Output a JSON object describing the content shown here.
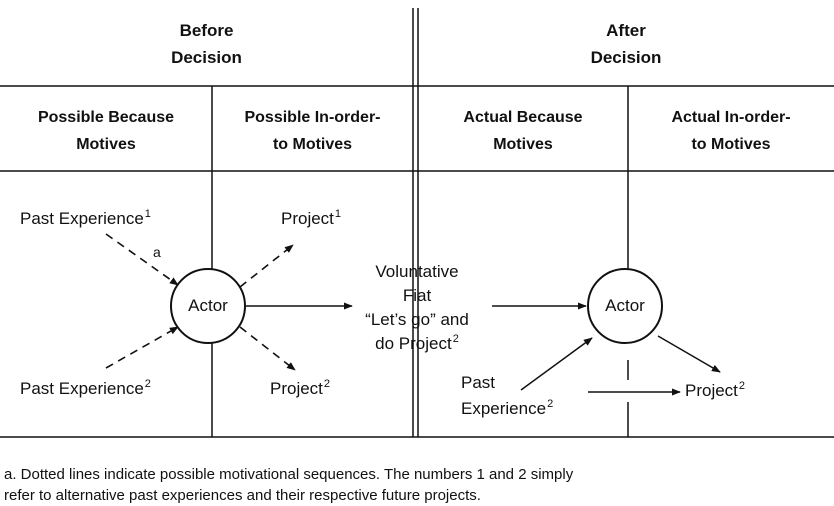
{
  "headers": {
    "before_line1": "Before",
    "before_line2": "Decision",
    "after_line1": "After",
    "after_line2": "Decision"
  },
  "columns": [
    {
      "line1": "Possible Because",
      "line2": "Motives"
    },
    {
      "line1": "Possible In-order-",
      "line2": "to Motives"
    },
    {
      "line1": "Actual Because",
      "line2": "Motives"
    },
    {
      "line1": "Actual In-order-",
      "line2": "to Motives"
    }
  ],
  "nodes": {
    "past_exp_1": {
      "text": "Past Experience",
      "sup": "1"
    },
    "past_exp_2": {
      "text": "Past Experience",
      "sup": "2"
    },
    "project_1": {
      "text": "Project",
      "sup": "1"
    },
    "project_2": {
      "text": "Project",
      "sup": "2"
    },
    "actor_left": "Actor",
    "actor_right": "Actor",
    "fiat_line1": "Voluntative",
    "fiat_line2": "Fiat",
    "fiat_line3": "“Let’s go” and",
    "fiat_line4": "do Project",
    "fiat_sup": "2",
    "past_right_line1": "Past",
    "past_right_line2": "Experience",
    "past_right_sup": "2",
    "project_right": "Project",
    "project_right_sup": "2",
    "arrow_marker": "a"
  },
  "footnote": {
    "line1": "a. Dotted lines indicate possible motivational sequences. The numbers 1 and 2 simply",
    "line2": "refer to alternative past experiences and their respective future projects."
  }
}
